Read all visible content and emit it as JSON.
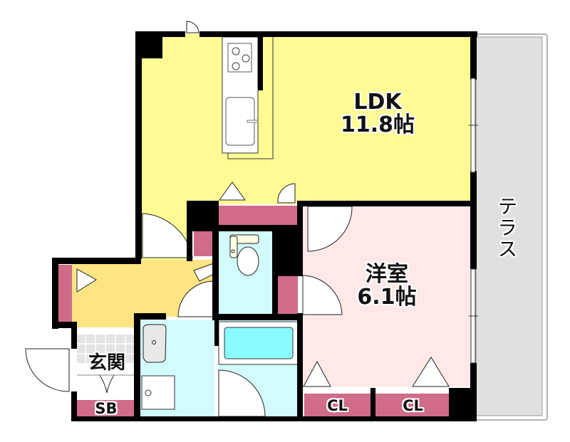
{
  "floorplan": {
    "rooms": {
      "ldk": {
        "name": "LDK",
        "size": "11.8帖",
        "color": "#fffb94"
      },
      "western": {
        "name": "洋室",
        "size": "6.1帖",
        "color": "#ffe8e8"
      },
      "entrance": {
        "name": "玄関"
      },
      "terrace": {
        "name": "テラス",
        "color": "#e0e0e0"
      },
      "hall": {
        "color": "#ffe483"
      },
      "wet_area": {
        "color": "#d2fbfd"
      }
    },
    "storage": {
      "shoe_box": "SB",
      "closet_1": "CL",
      "closet_2": "CL",
      "color": "#d06b8a"
    },
    "colors": {
      "wall": "#000000",
      "bathtub": "#8afcff"
    }
  }
}
